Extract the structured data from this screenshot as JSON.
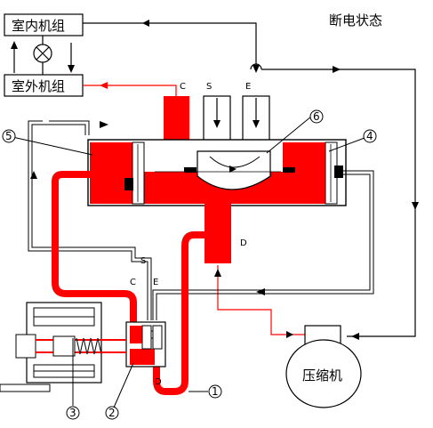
{
  "title": "断电状态",
  "units": {
    "indoor": "室内机组",
    "outdoor": "室外机组",
    "compressor": "压缩机"
  },
  "port_labels": {
    "C": "C",
    "S": "S",
    "E": "E",
    "D": "D"
  },
  "part_numbers": [
    "1",
    "2",
    "3",
    "4",
    "5",
    "6"
  ],
  "colors": {
    "high_pressure": "#ff0000",
    "line": "#000000",
    "background": "#ffffff"
  }
}
